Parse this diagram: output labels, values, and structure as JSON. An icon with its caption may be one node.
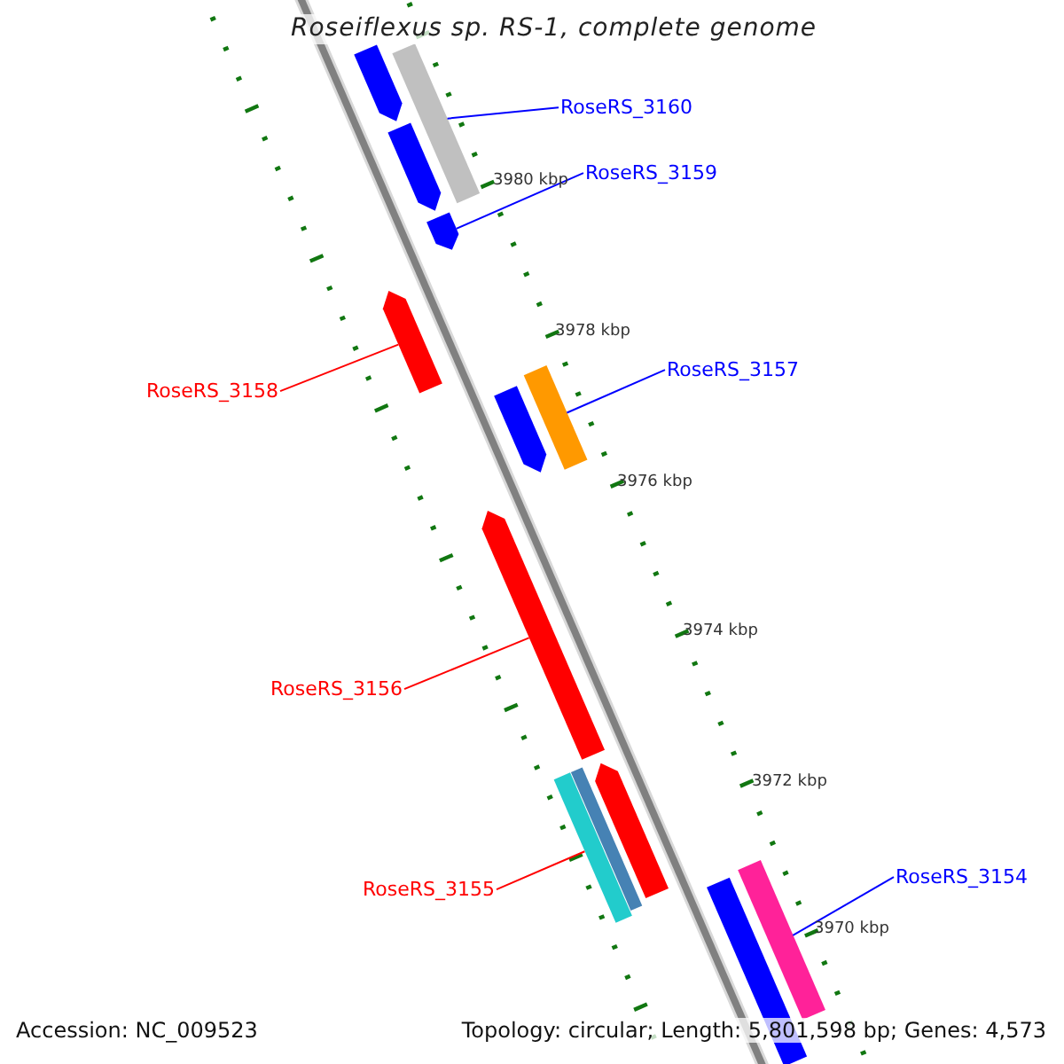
{
  "diagram": {
    "title": "Roseiflexus sp. RS-1, complete genome",
    "nodes": [
      {
        "text": [
          "RoseRS_3160"
        ]
      },
      {
        "text": [],
        "shape": "arrow"
      },
      {
        "text": [],
        "shape": "bar"
      },
      {
        "text": [],
        "shape": "arrow"
      },
      {
        "text": [
          "RoseRS_3159"
        ]
      },
      {
        "text": [],
        "shape": "arrow"
      },
      {
        "text": [
          "RoseRS_3158"
        ]
      },
      {
        "text": [],
        "shape": "arrow"
      },
      {
        "text": [
          "RoseRS_3157"
        ]
      },
      {
        "text": [],
        "shape": "arrow"
      },
      {
        "text": [],
        "shape": "bar"
      },
      {
        "text": [
          "RoseRS_3156"
        ]
      },
      {
        "text": [],
        "shape": "arrow"
      },
      {
        "text": [
          "RoseRS_3155"
        ]
      },
      {
        "text": [],
        "shape": "bar"
      },
      {
        "text": [],
        "shape": "bar"
      },
      {
        "text": [],
        "shape": "arrow"
      },
      {
        "text": [
          "RoseRS_3154"
        ]
      },
      {
        "text": [],
        "shape": "bar"
      },
      {
        "text": [],
        "shape": "bar"
      }
    ],
    "edges": [
      {
        "from": 0,
        "to": 2,
        "arrow": "none",
        "color": "#0000ff"
      },
      {
        "from": 4,
        "to": 5,
        "arrow": "none",
        "color": "#0000ff"
      },
      {
        "from": 6,
        "to": 7,
        "arrow": "none",
        "color": "#ff0000"
      },
      {
        "from": 8,
        "to": 10,
        "arrow": "none",
        "color": "#0000ff"
      },
      {
        "from": 11,
        "to": 12,
        "arrow": "none",
        "color": "#ff0000"
      },
      {
        "from": 13,
        "to": 14,
        "arrow": "none",
        "color": "#ff0000"
      },
      {
        "from": 17,
        "to": 19,
        "arrow": "none",
        "color": "#0000ff"
      }
    ],
    "labels": [
      "3980 kbp",
      "3978 kbp",
      "3976 kbp",
      "3974 kbp",
      "3972 kbp",
      "3970 kbp",
      "Accession: NC_009523",
      "Topology: circular; Length: 5,801,598 bp; Genes: 4,573"
    ]
  }
}
